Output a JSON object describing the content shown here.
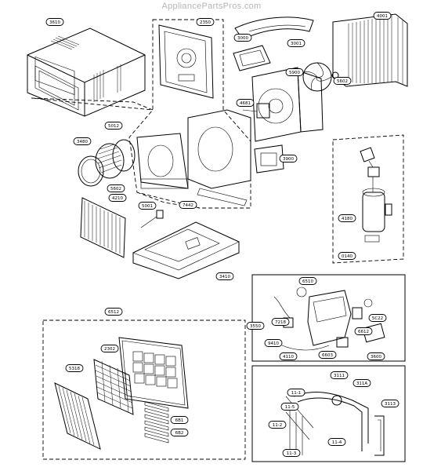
{
  "watermark": "AppliancePartsPros.com",
  "labels": {
    "cabinet": "3610",
    "front_panel_frame": "2350",
    "air_guide_top": "3000",
    "condenser_coil": "4001",
    "fan_assembly": "3001",
    "fan_clip": "5602",
    "orifice": "5900",
    "motor": "4681",
    "blower_wheel": "5012",
    "ring": "3480",
    "ring_clip": "5602",
    "evaporator": "4210",
    "cap": "5001",
    "brace": "7442",
    "shroud": "3900",
    "base_pan": "3410",
    "compressor": "4180",
    "overload": "0140",
    "grille_assembly": "6512",
    "filter": "5318",
    "grille_insert": "2302",
    "louver_a": "6B1",
    "louver_b": "6B2",
    "control_box": "3550",
    "selector_switch": "6510",
    "thermostat": "7218",
    "terminal": "9410",
    "capacitor_clip": "6612",
    "capacitor_small": "4110",
    "cord": "6603",
    "knob": "5C22",
    "capacitor": "3600",
    "tube_top": "3111",
    "tube_a": "311A",
    "tube_b": "3113",
    "tube_1": "11-2",
    "tube_2": "11-1",
    "tube_3": "11-3",
    "tube_4": "11-4",
    "tube_5": "11-5"
  }
}
